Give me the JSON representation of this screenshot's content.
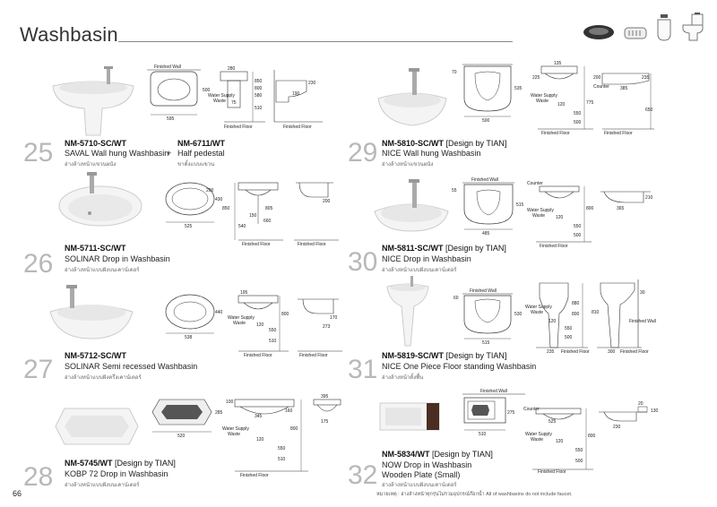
{
  "header": {
    "title": "Washbasin"
  },
  "footer": {
    "page_number": "66",
    "note": "หมายเหตุ : อ่างล้างหน้าทุกรุ่นไม่รวมอุปกรณ์ก๊อกน้ำ  All of washbasins do not include faucet."
  },
  "labels": {
    "finished_wall": "Finished Wall",
    "finished_floor": "Finished Floor",
    "water_supply": "Water Supply",
    "waste": "Waste",
    "counter": "Counter"
  },
  "products": [
    {
      "number": "25",
      "code": "NM-5710-SC/WT",
      "code2": "NM-6711/WT",
      "plus": "+",
      "name": "SAVAL Wall hung Washbasin",
      "name2": "Half pedestal",
      "thai": "อ่างล้างหน้าแขวนผนัง",
      "thai2": "ขาตั้งแบบแขวน",
      "dims": [
        "280",
        "500",
        "595",
        "75",
        "850",
        "800",
        "580",
        "510",
        "230",
        "190"
      ]
    },
    {
      "number": "26",
      "code": "NM-5711-SC/WT",
      "name": "SOLINAR Drop in Washbasin",
      "thai": "อ่างล้างหน้าแบบฝังบนเคาน์เตอร์",
      "dims": [
        "200",
        "430",
        "525",
        "850",
        "150",
        "540",
        "805",
        "660",
        "200"
      ]
    },
    {
      "number": "27",
      "code": "NM-5712-SC/WT",
      "name": "SOLINAR Semi recessed Washbasin",
      "thai": "อ่างล้างหน้าแบบฝังครึ่งเคาน์เตอร์",
      "dims": [
        "440",
        "538",
        "195",
        "120",
        "800",
        "550",
        "510",
        "170",
        "273"
      ]
    },
    {
      "number": "28",
      "code": "NM-5745/WT",
      "designer": "[Design by TIAN]",
      "name": "KOBP 72 Drop in Washbasin",
      "thai": "อ่างล้างหน้าแบบฝังบนเคาน์เตอร์",
      "dims": [
        "285",
        "520",
        "100",
        "160",
        "345",
        "120",
        "800",
        "550",
        "510",
        "395",
        "175"
      ]
    },
    {
      "number": "29",
      "code": "NM-5810-SC/WT",
      "designer": "[Design by TIAN]",
      "name": "NICE Wall hung Washbasin",
      "thai": "อ่างล้างหน้าแขวนผนัง",
      "dims": [
        "70",
        "535",
        "500",
        "135",
        "225",
        "120",
        "775",
        "550",
        "500",
        "200",
        "385",
        "235",
        "650"
      ]
    },
    {
      "number": "30",
      "code": "NM-5811-SC/WT",
      "designer": "[Design by TIAN]",
      "name": "NICE Drop in Washbasin",
      "thai": "อ่างล้างหน้าแบบฝังบนเคาน์เตอร์",
      "dims": [
        "55",
        "515",
        "485",
        "120",
        "800",
        "550",
        "500",
        "365",
        "210"
      ]
    },
    {
      "number": "31",
      "code": "NM-5819-SC/WT",
      "designer": "[Design by TIAN]",
      "name": "NICE One Piece Floor standing Washbasin",
      "thai": "อ่างล้างหน้าตั้งพื้น",
      "dims": [
        "60",
        "530",
        "515",
        "120",
        "880",
        "800",
        "550",
        "500",
        "235",
        "30",
        "810",
        "300"
      ]
    },
    {
      "number": "32",
      "code": "NM-5834/WT",
      "designer": "[Design by TIAN]",
      "name": "NOW Drop in Washbasin",
      "name2": "Wooden Plate (Small)",
      "thai": "อ่างล้างหน้าแบบฝังบนเคาน์เตอร์",
      "dims": [
        "275",
        "510",
        "525",
        "120",
        "800",
        "550",
        "500",
        "130",
        "230",
        "20"
      ]
    }
  ]
}
